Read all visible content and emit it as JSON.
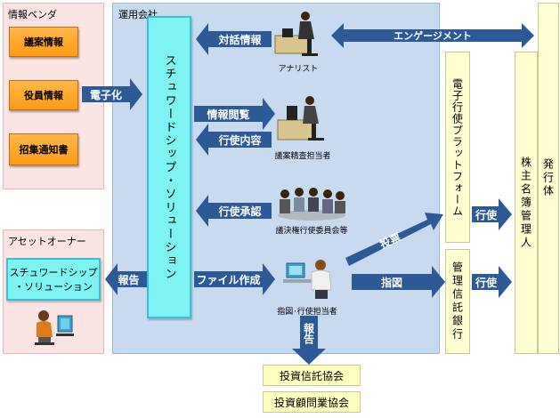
{
  "vendor_panel": {
    "title": "情報ベンダ",
    "items": [
      "議案情報",
      "役員情報",
      "招集通知書"
    ]
  },
  "owner_panel": {
    "title": "アセットオーナー",
    "solution_box": [
      "スチュワードシップ",
      "・ソリューション"
    ]
  },
  "company_panel": {
    "title": "運用会社",
    "solution_column": "スチュワードシップ・ソリューション"
  },
  "arrows": {
    "digitize": "電子化",
    "dialogue": "対話情報",
    "engagement": "エンゲージメント",
    "info_view": "情報閲覧",
    "exercise_content": "行使内容",
    "exercise_approval": "行使承認",
    "report_left": "報告",
    "file_create": "ファイル作成",
    "vote": "投票",
    "instruct": "指図",
    "exercise_1": "行使",
    "exercise_2": "行使",
    "report_down": "報告"
  },
  "actors": {
    "analyst": "アナリスト",
    "agenda_staff": "議案精査担当者",
    "committee": "議決権行使委員会等",
    "instruct_staff": "指図･行使担当者"
  },
  "right_boxes": {
    "platform": "電子行使プラットフォーム",
    "trust_bank": "管理信託銀行",
    "registry": "株主名簿管理人",
    "issuer": "発行体"
  },
  "associations": [
    "投資信託協会",
    "投資顧問業協会"
  ],
  "colors": {
    "arrow": "#2b5a96",
    "panel_blue": "#c8daf0",
    "panel_pink": "#fbe4e4",
    "orange": "#ffa42a",
    "cyan": "#7df3f3",
    "cream": "#ffffd2"
  }
}
